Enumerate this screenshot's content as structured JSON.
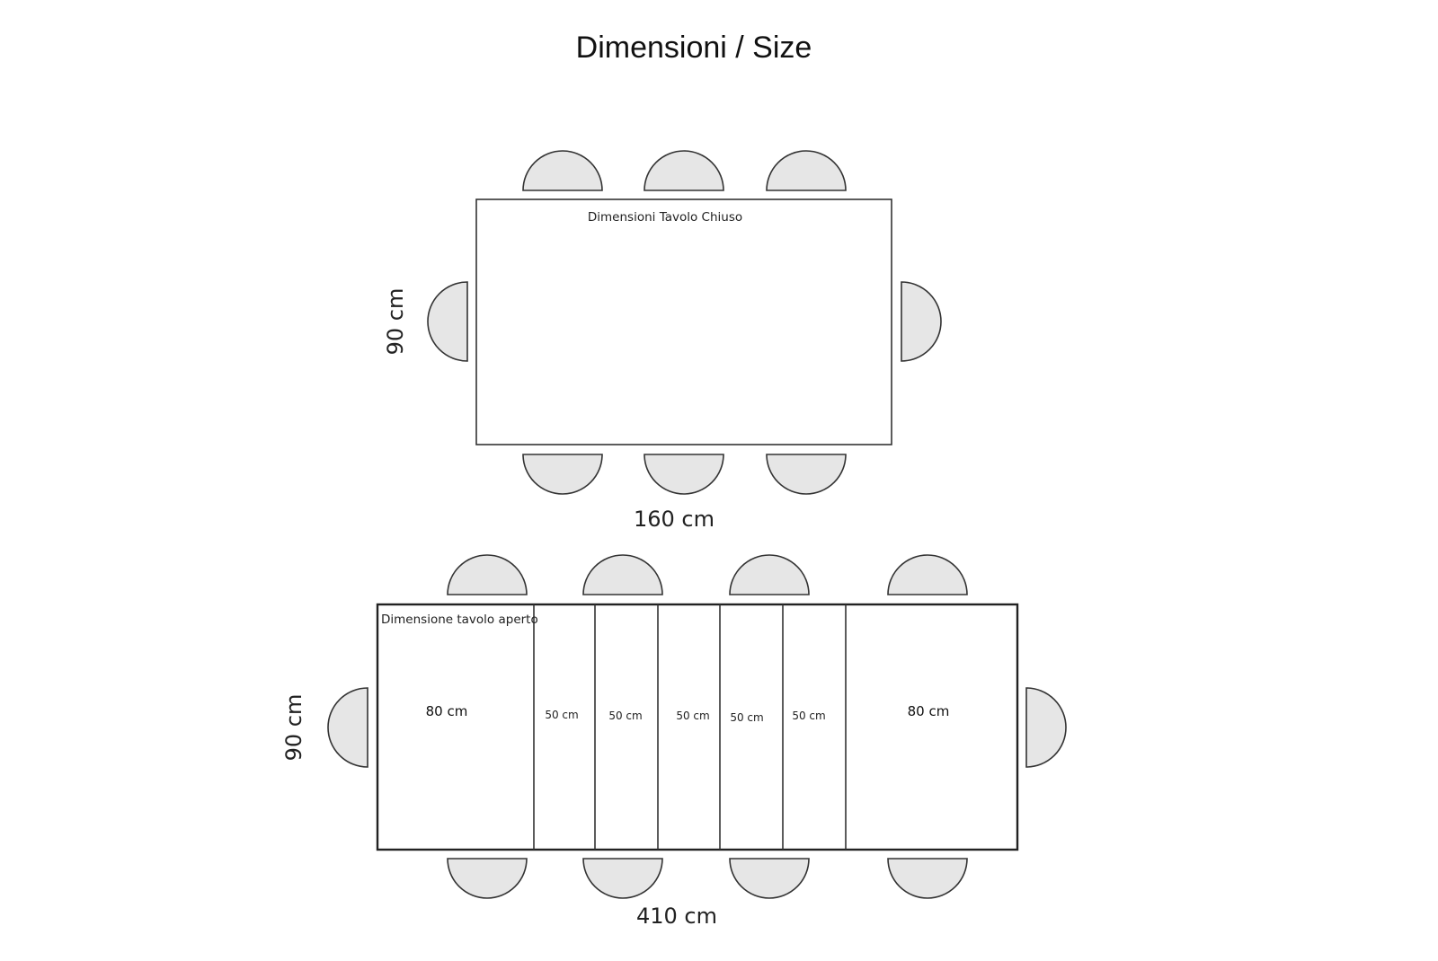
{
  "title": "Dimensioni / Size",
  "closed_table": {
    "label": "Dimensioni Tavolo Chiuso",
    "width": "160 cm",
    "depth": "90 cm"
  },
  "open_table": {
    "label": "Dimensione tavolo aperto",
    "width": "410 cm",
    "depth": "90 cm",
    "segments": [
      "80 cm",
      "50 cm",
      "50 cm",
      "50 cm",
      "50 cm",
      "50 cm",
      "80 cm"
    ]
  }
}
